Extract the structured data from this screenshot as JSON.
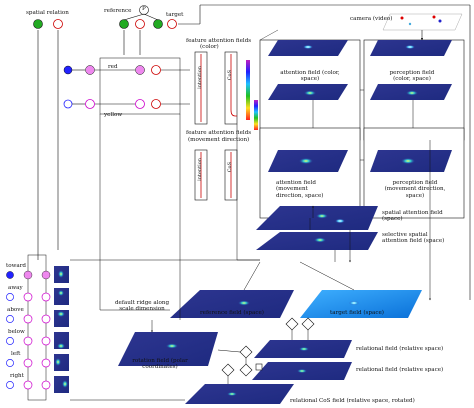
{
  "top_nodes": {
    "spatial_relation": "spatial relation",
    "reference": "reference",
    "target": "target",
    "gate_symbol": "P"
  },
  "colors": {
    "input_fill": "#e8e",
    "cos_fill": "#2a2",
    "target_fill": "#f33",
    "blue_node": "#22f",
    "line": "#111"
  },
  "feature_color": {
    "title": "feature attention fields",
    "subtitle": "(color)",
    "red": "red",
    "yellow": "yellow",
    "intention": "intention",
    "cos": "CoS"
  },
  "feature_movement": {
    "title": "feature attention fields",
    "subtitle": "(movement direction)",
    "intention": "intention",
    "cos": "CoS"
  },
  "camera": "camera (video)",
  "fields": {
    "attention_color": "attention field (color, space)",
    "perception_color": "perception field (color, space)",
    "attention_movement": "attention field (movement direction, space)",
    "perception_movement": "perception field (movement direction, space)",
    "spatial_attention": "spatial attention field (space)",
    "selective_spatial": "selective spatial attention field (space)",
    "reference_field": "reference field (space)",
    "target_field": "target field (space)",
    "default_ridge": "default ridge along scale dimension",
    "rotation_field": "rotation field (polar coordinates)",
    "relational_field_1": "relational field (relative space)",
    "relational_field_2": "relational field (relative space)",
    "relational_cos": "relational CoS field (relative space, rotated)"
  },
  "relations": [
    "toward",
    "away",
    "above",
    "below",
    "left",
    "right"
  ]
}
